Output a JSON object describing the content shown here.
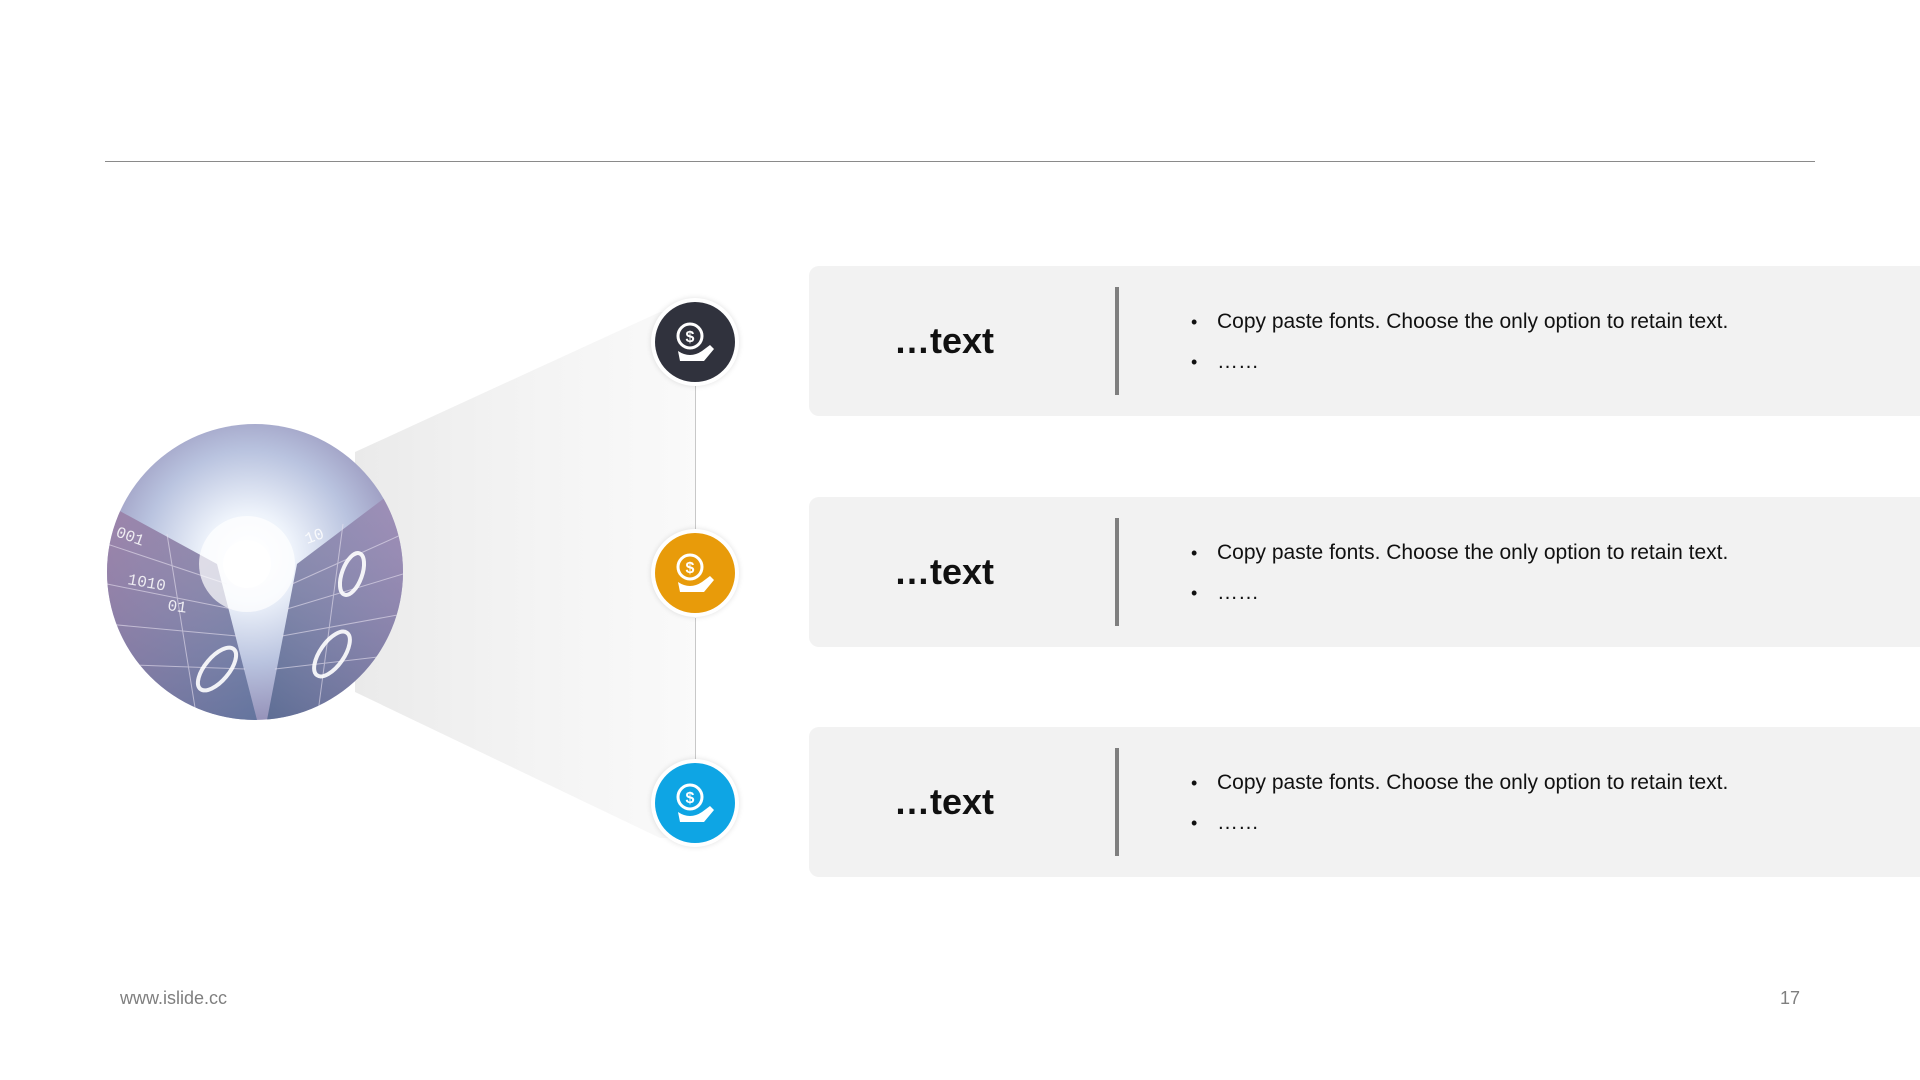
{
  "slide": {
    "footer_url": "www.islide.cc",
    "page_number": "17"
  },
  "items": [
    {
      "title": "…text",
      "bullets": [
        "Copy paste fonts. Choose the only option to retain text.",
        "……"
      ],
      "icon": "dollar-hand-icon",
      "color": "#30323d"
    },
    {
      "title": "…text",
      "bullets": [
        "Copy paste fonts. Choose the only option to retain text.",
        "……"
      ],
      "icon": "dollar-hand-icon",
      "color": "#e89b0a"
    },
    {
      "title": "…text",
      "bullets": [
        "Copy paste fonts. Choose the only option to retain text.",
        "……"
      ],
      "icon": "dollar-hand-icon",
      "color": "#0ea5e4"
    }
  ]
}
